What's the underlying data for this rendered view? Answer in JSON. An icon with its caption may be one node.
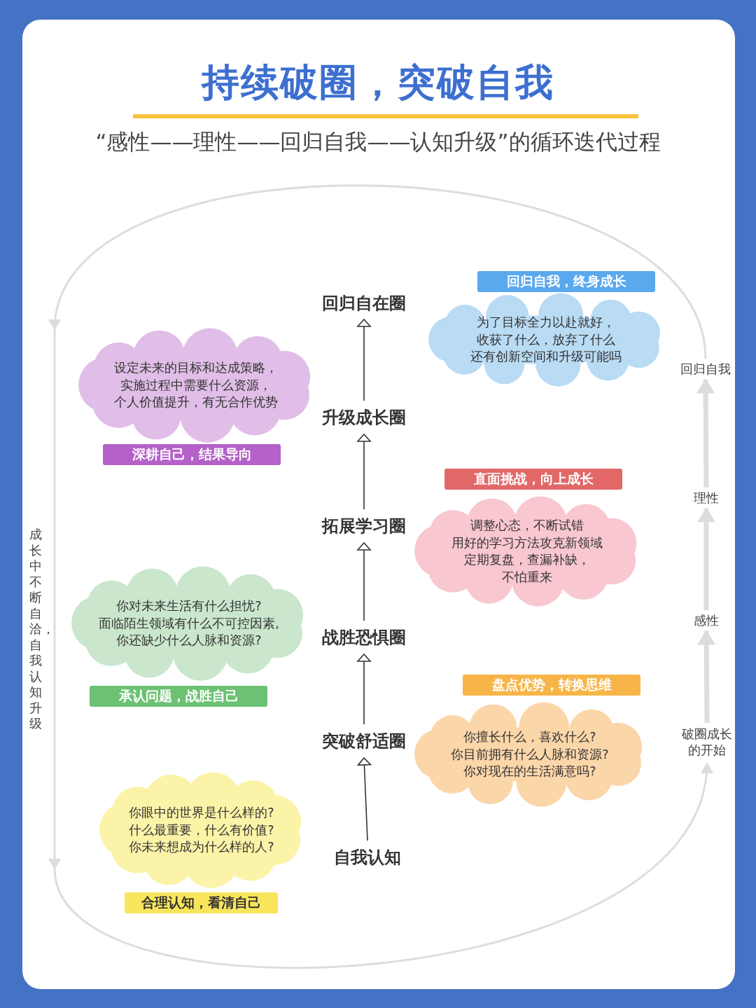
{
  "diagram": {
    "title": "持续破圈，突破自我",
    "caption": "“感性——理性——回归自我——认知升级”的循环迭代过程",
    "nodes": [
      {
        "text": [
          "回归自我，终身成长"
        ]
      },
      {
        "text": [
          "回归自在圈"
        ]
      },
      {
        "text": [
          "为了目标全力以赴就好，收获了什么，放弃了什么还有创新空间和升级可能吗"
        ]
      },
      {
        "text": [
          "回归自我"
        ]
      },
      {
        "text": [
          "设定未来的目标和达成策略，实施过程中需要什么资源，个人价值提升，有无合作优势"
        ]
      },
      {
        "text": [
          "升级成长圈"
        ]
      },
      {
        "text": [
          "深耕自己，结果导向"
        ]
      },
      {
        "text": [
          "直面挑战，向上成长"
        ]
      },
      {
        "text": [
          "理性"
        ]
      },
      {
        "text": [
          "拓展学习圈"
        ]
      },
      {
        "text": [
          "调整心态，不断试错用好的学习方法攻克新领域定期复盘，查漏补缺，不怕重来"
        ]
      },
      {
        "text": [
          "你对未来生活有什么担忧?面临陌生领域有什么不可控因素,你还缺少什么人脉和资源?"
        ]
      },
      {
        "text": [
          "感性"
        ]
      },
      {
        "text": [
          "战胜恐惧圈"
        ]
      },
      {
        "text": [
          "盘点优势，转换思维"
        ]
      },
      {
        "text": [
          "承认问题，战胜自己"
        ]
      },
      {
        "text": [
          "你擅长什么，喜欢什么?你目前拥有什么人脉和资源?你对现在的生活满意吗?"
        ]
      },
      {
        "text": [
          "突破舒适圈"
        ]
      },
      {
        "text": [
          "破圈成长的开始"
        ]
      },
      {
        "text": [
          "你眼中的世界是什么样的?什么最重要，什么有价值?你未来想成为什么样的人?"
        ]
      },
      {
        "text": [
          "自我认知"
        ]
      },
      {
        "text": [
          "合理认知，看清自己"
        ]
      }
    ],
    "edges": [
      {
        "from": 20,
        "to": 17,
        "arrow": "to"
      },
      {
        "from": 17,
        "to": 13,
        "arrow": "to"
      },
      {
        "from": 13,
        "to": 9,
        "arrow": "to"
      },
      {
        "from": 9,
        "to": 5,
        "arrow": "to"
      },
      {
        "from": 5,
        "to": 1,
        "arrow": "to"
      },
      {
        "from": 18,
        "to": 12,
        "arrow": "to",
        "style": "thick",
        "color": "#dddddd"
      },
      {
        "from": 12,
        "to": 8,
        "arrow": "to",
        "style": "thick",
        "color": "#dddddd"
      },
      {
        "from": 8,
        "to": 3,
        "arrow": "to",
        "style": "thick",
        "color": "#dddddd"
      },
      {
        "from": 3,
        "to": 18,
        "arrow": "to",
        "color": "#dddddd",
        "label": "成长中不断自洽，自我认知升级"
      }
    ]
  }
}
